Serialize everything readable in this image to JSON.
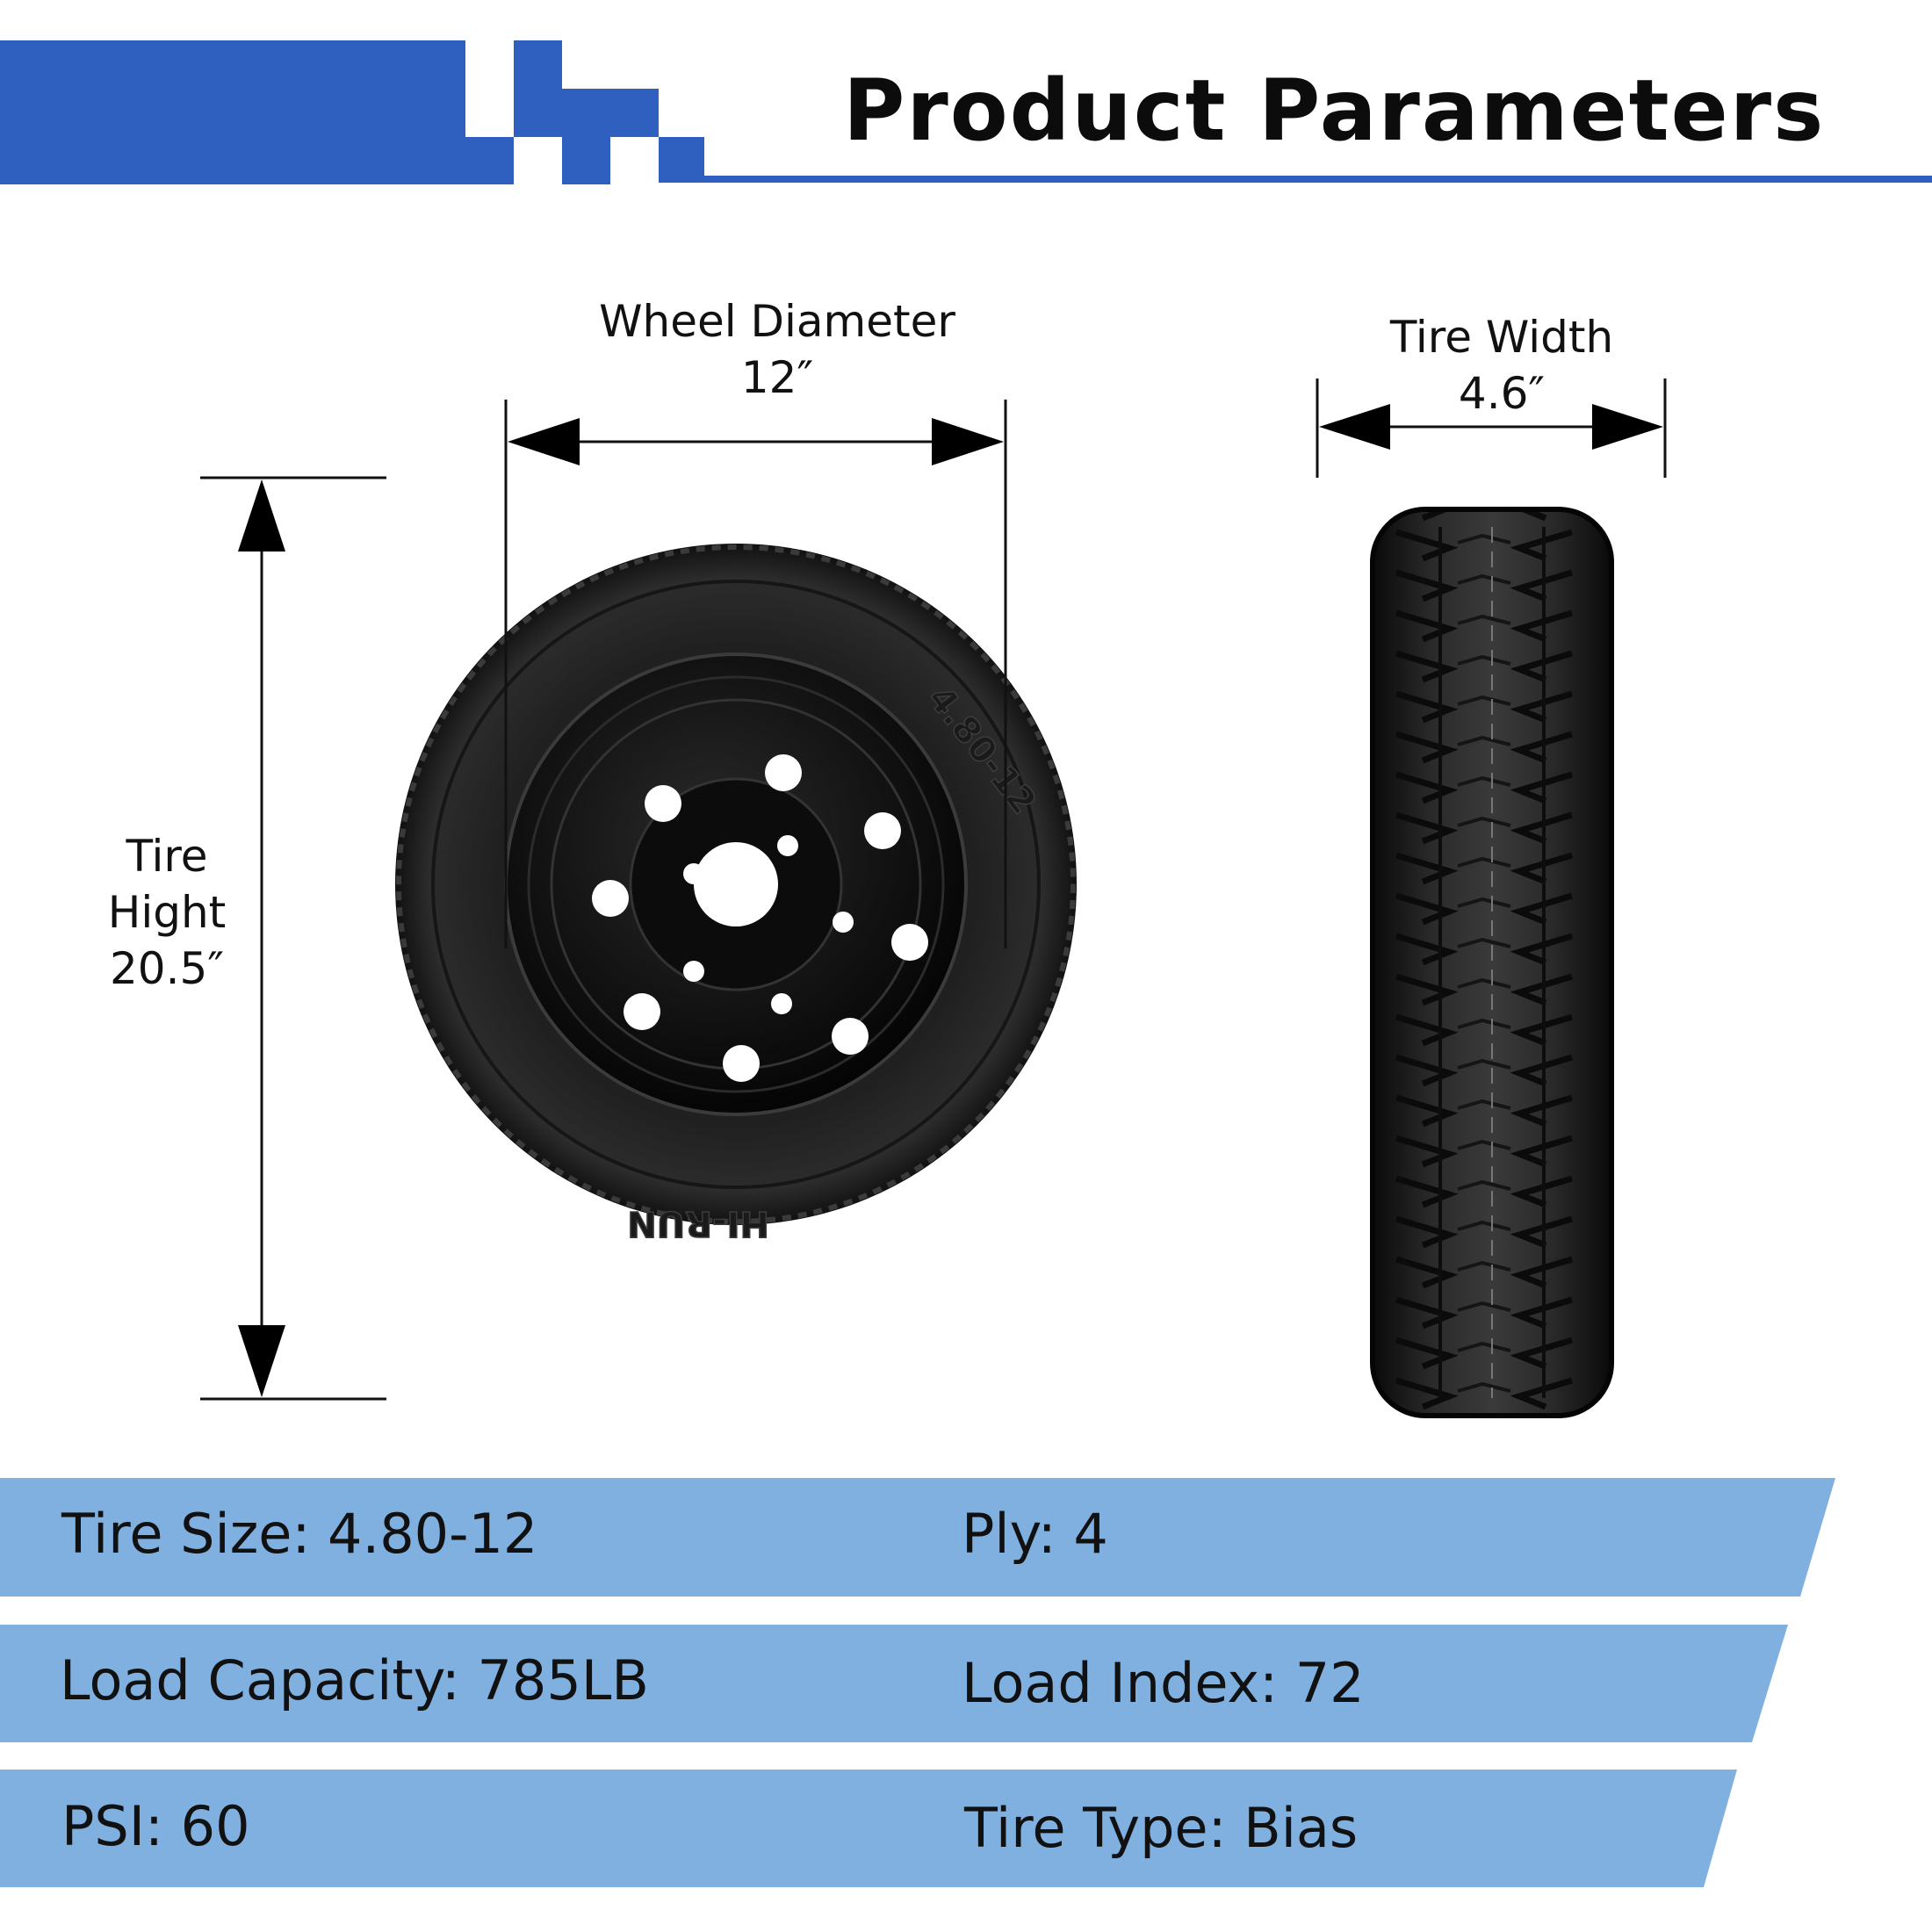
{
  "header": {
    "title": "Product Parameters",
    "accent_color": "#2f5fbf"
  },
  "dimensions": {
    "wheel_diameter": {
      "label": "Wheel Diameter",
      "value": "12″"
    },
    "tire_width": {
      "label": "Tire Width",
      "value": "4.6″"
    },
    "tire_height": {
      "label_line1": "Tire",
      "label_line2": "Hight",
      "value": "20.5″"
    }
  },
  "tire_sidewall": {
    "size_marking": "4.80-12",
    "brand_marking": "HI-RUN"
  },
  "specs": {
    "bar_color": "#7fb0e0",
    "rows": [
      {
        "left": "Tire Size: 4.80-12",
        "right": "Ply:  4"
      },
      {
        "left": "Load Capacity: 785LB",
        "right": "Load Index: 72"
      },
      {
        "left": "PSI:  60",
        "right": "Tire Type: Bias"
      }
    ]
  }
}
